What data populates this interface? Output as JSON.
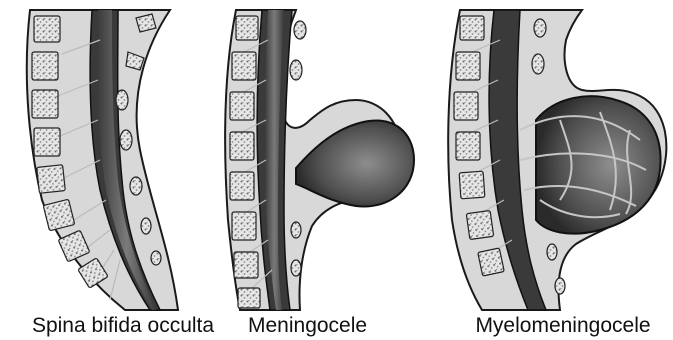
{
  "panels": [
    {
      "id": "occulta",
      "caption": "Spina bifida occulta"
    },
    {
      "id": "meningocele",
      "caption": "Meningocele"
    },
    {
      "id": "myelomeningocele",
      "caption": "Myelomeningocele"
    }
  ],
  "colors": {
    "tissue": "#cfcfcf",
    "outline": "#1a1a1a",
    "bone": "#e3e3e3",
    "bone_texture": "#6e6e6e",
    "canal": "#3b3b3b",
    "cord": "#5c5c5c",
    "sac": "#4a4a4a",
    "nerve": "#c9c9c9"
  },
  "icons": [
    "spinal-column-illustration"
  ]
}
